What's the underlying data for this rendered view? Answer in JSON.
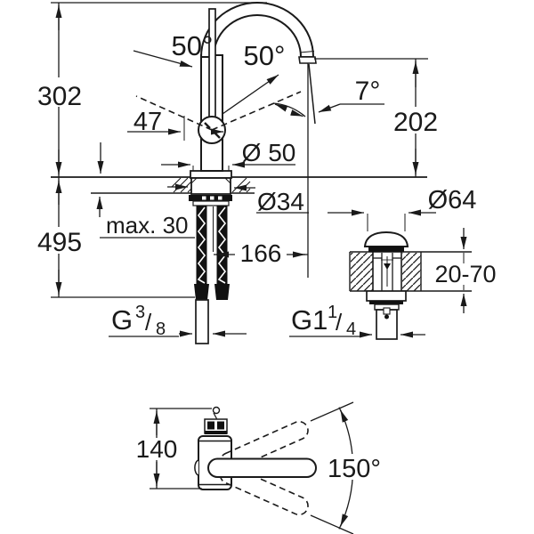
{
  "colors": {
    "line": "#1a1a1a",
    "background": "#ffffff"
  },
  "main_view": {
    "height_above_deck": "302",
    "height_below_total": "495",
    "lever_offset": "47",
    "lever_angle_left": "50°",
    "lever_angle_right": "50°",
    "base_diameter": "Ø 50",
    "shank_diameter": "Ø34",
    "deck_thickness_max": "max. 30",
    "spout_reach": "166",
    "outlet_angle": "7°",
    "outlet_height": "202",
    "inlet_thread": {
      "prefix": "G",
      "numerator": "3",
      "slash": "/",
      "denominator": "8"
    }
  },
  "drain_view": {
    "flange_diameter": "Ø64",
    "deck_thickness_range": "20-70",
    "drain_thread": {
      "prefix": "G1",
      "numerator": "1",
      "slash": "/",
      "denominator": "4"
    }
  },
  "top_view": {
    "body_length": "140",
    "swivel_angle": "150°"
  }
}
